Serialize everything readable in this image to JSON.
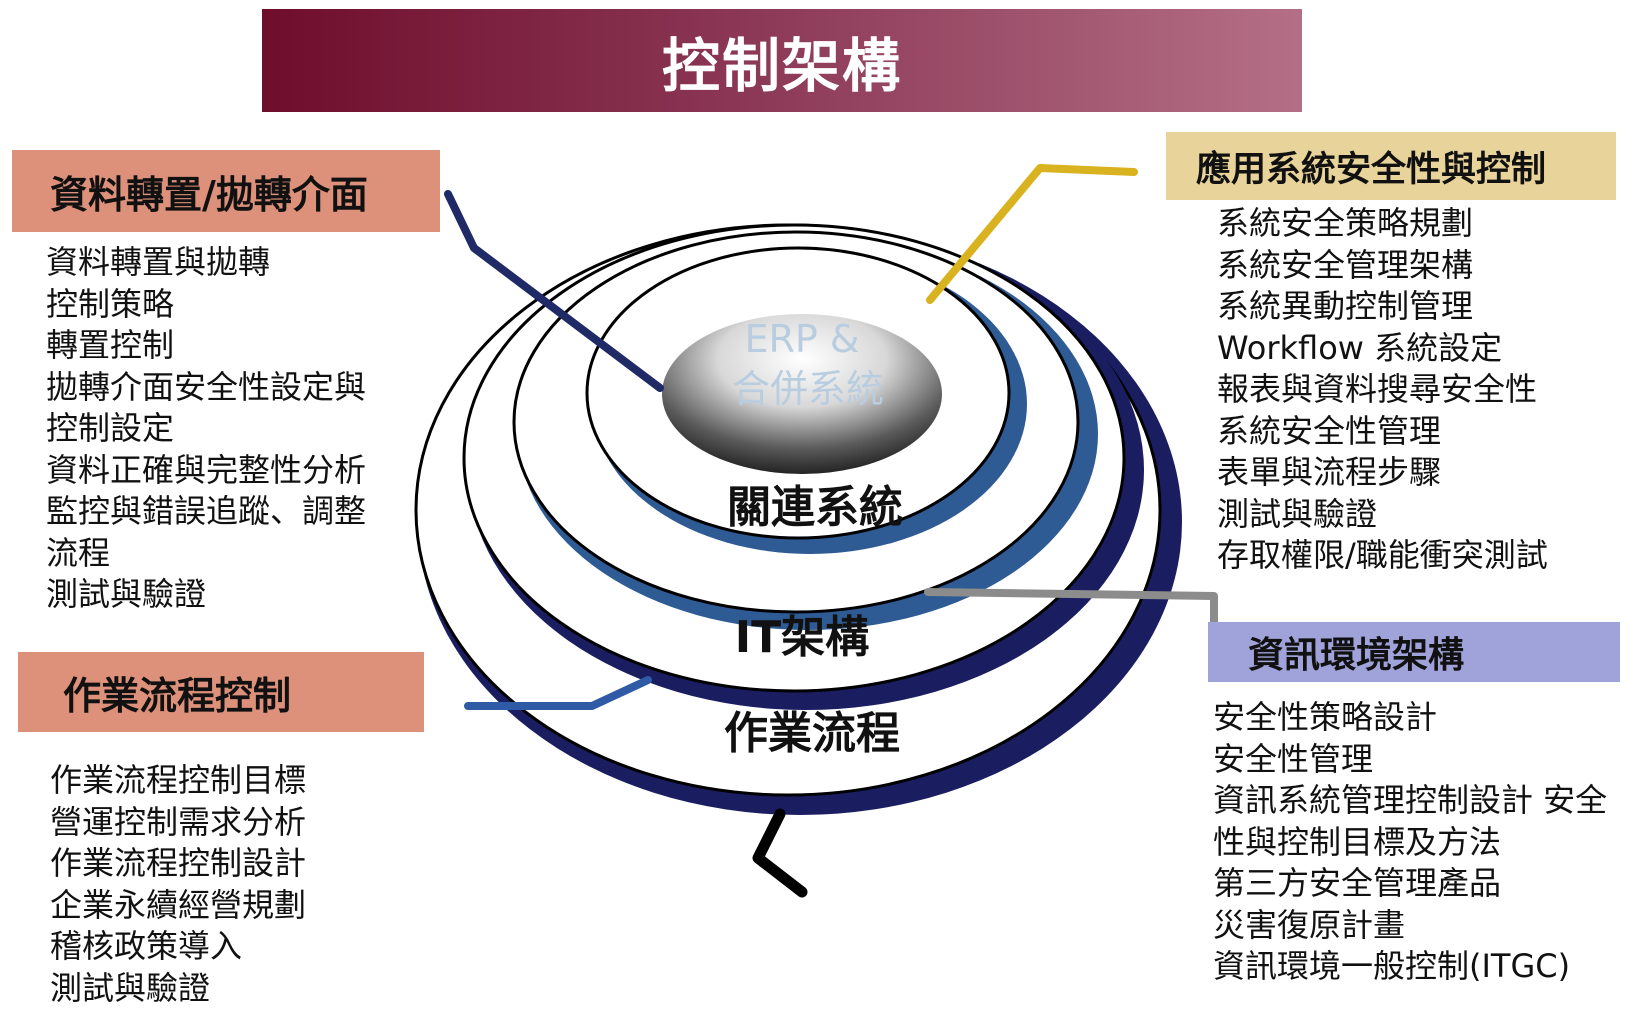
{
  "title": "控制架構",
  "rings": {
    "core_line1": "ERP &",
    "core_line2": "合併系統",
    "related": "關連系統",
    "it": "IT架構",
    "process": "作業流程"
  },
  "sections": {
    "data_transfer": {
      "heading": "資料轉置/拋轉介面",
      "items": [
        "資料轉置與拋轉",
        "控制策略",
        "轉置控制",
        "拋轉介面安全性設定與",
        "控制設定",
        "資料正確與完整性分析",
        "監控與錯誤追蹤、調整",
        "流程",
        "測試與驗證"
      ]
    },
    "process_control": {
      "heading": "作業流程控制",
      "items": [
        "作業流程控制目標",
        "營運控制需求分析",
        "作業流程控制設計",
        "企業永續經營規劃",
        "稽核政策導入",
        "測試與驗證"
      ]
    },
    "app_security": {
      "heading": "應用系統安全性與控制",
      "items": [
        "系統安全策略規劃",
        "系統安全管理架構",
        "系統異動控制管理",
        "Workflow 系統設定",
        "報表與資料搜尋安全性",
        "系統安全性管理",
        "表單與流程步驟",
        "測試與驗證",
        "存取權限/職能衝突測試"
      ]
    },
    "it_env": {
      "heading": "資訊環境架構",
      "items": [
        "安全性策略設計",
        "安全性管理",
        "資訊系統管理控制設計 安全",
        "性與控制目標及方法",
        "第三方安全管理產品",
        "災害復原計畫",
        "資訊環境一般控制(ITGC)"
      ]
    }
  },
  "colors": {
    "banner_start": "#6f0d2c",
    "banner_end": "#b46f86",
    "data_box": "#dd907a",
    "app_box": "#e8d49a",
    "env_box": "#9fa3d9",
    "ring_shadow": "#2f5b94",
    "ring_shadow_dark": "#1a1e60",
    "connector_navy": "#1f2a66",
    "connector_gold": "#d8b21f",
    "connector_gray": "#8c8c8c",
    "connector_blue": "#2f5ba6"
  }
}
